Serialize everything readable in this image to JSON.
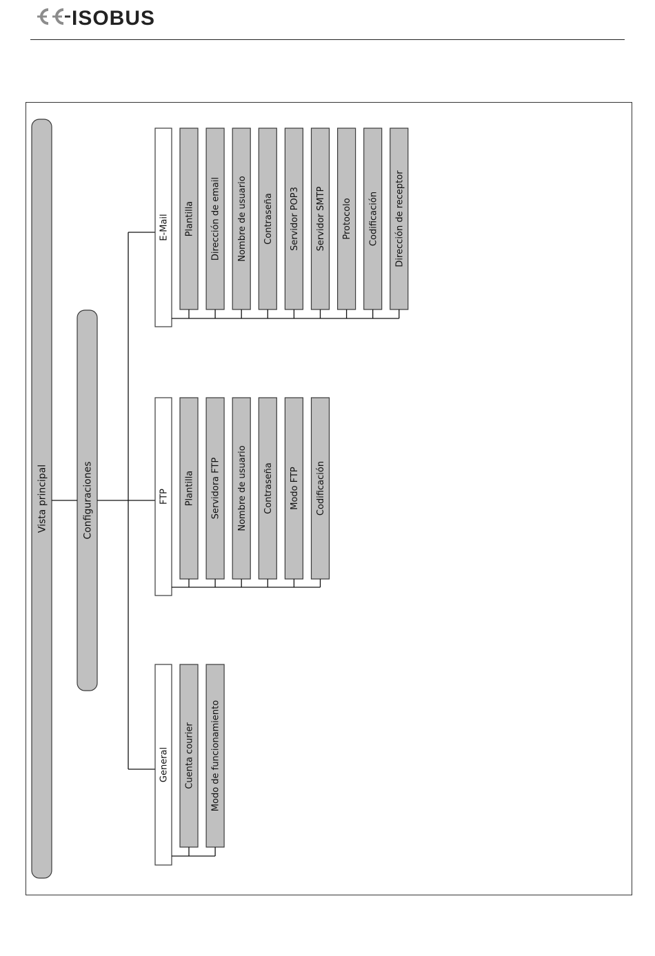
{
  "header": {
    "logo_text": "CC-ISOBUS"
  },
  "diagram": {
    "root": "Vista principal",
    "level1": "Configuraciones",
    "groups": [
      {
        "id": "email",
        "label": "E-Mail",
        "items": [
          "Plantilla",
          "Dirección de email",
          "Nombre de usuario",
          "Contraseña",
          "Servidor POP3",
          "Servidor SMTP",
          "Protocolo",
          "Codificación",
          "Dirección de receptor"
        ]
      },
      {
        "id": "ftp",
        "label": "FTP",
        "items": [
          "Plantilla",
          "Servidora FTP",
          "Nombre de usuario",
          "Contraseña",
          "Modo FTP",
          "Codificación"
        ]
      },
      {
        "id": "general",
        "label": "General",
        "items": [
          "Cuenta courier",
          "Modo de funcionamiento"
        ]
      }
    ],
    "colors": {
      "gray_fill": "#c0c0c0",
      "white_fill": "#ffffff",
      "stroke": "#3a3a3a",
      "line": "#111111"
    }
  }
}
